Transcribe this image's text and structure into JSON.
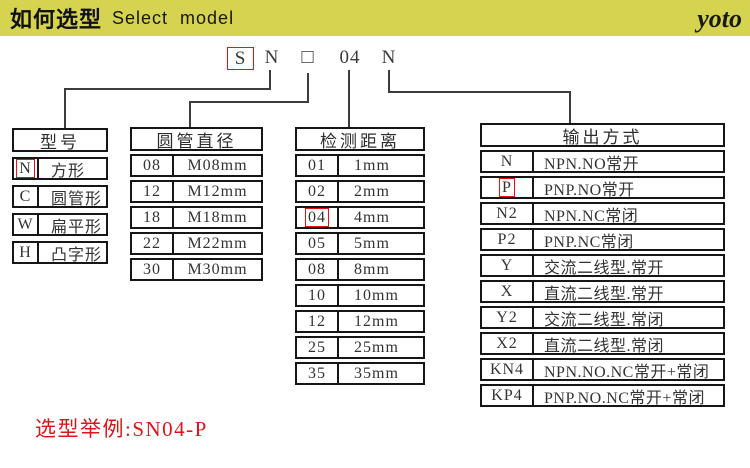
{
  "header": {
    "title_cn": "如何选型",
    "title_en": "Select  model",
    "logo": "yoto"
  },
  "code": {
    "segments": [
      {
        "text": "S",
        "boxed": true
      },
      {
        "text": "N",
        "boxed": false
      },
      {
        "text": "□",
        "boxed": false
      },
      {
        "text": "04",
        "boxed": false
      },
      {
        "text": "N",
        "boxed": false
      }
    ]
  },
  "tables": [
    {
      "name": "model-type",
      "header": "型号",
      "rows": [
        {
          "code": "N",
          "desc": "方形",
          "boxed": true
        },
        {
          "code": "C",
          "desc": "圆管形",
          "boxed": false
        },
        {
          "code": "W",
          "desc": "扁平形",
          "boxed": false
        },
        {
          "code": "H",
          "desc": "凸字形",
          "boxed": false
        }
      ]
    },
    {
      "name": "tube-diameter",
      "header": "圆管直径",
      "rows": [
        {
          "code": "08",
          "desc": "M08mm",
          "boxed": false
        },
        {
          "code": "12",
          "desc": "M12mm",
          "boxed": false
        },
        {
          "code": "18",
          "desc": "M18mm",
          "boxed": false
        },
        {
          "code": "22",
          "desc": "M22mm",
          "boxed": false
        },
        {
          "code": "30",
          "desc": "M30mm",
          "boxed": false
        }
      ]
    },
    {
      "name": "sensing-distance",
      "header": "检测距离",
      "rows": [
        {
          "code": "01",
          "desc": "1mm",
          "boxed": false
        },
        {
          "code": "02",
          "desc": "2mm",
          "boxed": false
        },
        {
          "code": "04",
          "desc": "4mm",
          "boxed": true
        },
        {
          "code": "05",
          "desc": "5mm",
          "boxed": false
        },
        {
          "code": "08",
          "desc": "8mm",
          "boxed": false
        },
        {
          "code": "10",
          "desc": "10mm",
          "boxed": false
        },
        {
          "code": "12",
          "desc": "12mm",
          "boxed": false
        },
        {
          "code": "25",
          "desc": "25mm",
          "boxed": false
        },
        {
          "code": "35",
          "desc": "35mm",
          "boxed": false
        }
      ]
    },
    {
      "name": "output-mode",
      "header": "输出方式",
      "rows": [
        {
          "code": "N",
          "desc": "NPN.NO常开",
          "boxed": false
        },
        {
          "code": "P",
          "desc": "PNP.NO常开",
          "boxed": true
        },
        {
          "code": "N2",
          "desc": "NPN.NC常闭",
          "boxed": false
        },
        {
          "code": "P2",
          "desc": "PNP.NC常闭",
          "boxed": false
        },
        {
          "code": "Y",
          "desc": "交流二线型.常开",
          "boxed": false
        },
        {
          "code": "X",
          "desc": "直流二线型.常开",
          "boxed": false
        },
        {
          "code": "Y2",
          "desc": "交流二线型.常闭",
          "boxed": false
        },
        {
          "code": "X2",
          "desc": "直流二线型.常闭",
          "boxed": false
        },
        {
          "code": "KN4",
          "desc": "NPN.NO.NC常开+常闭",
          "boxed": false
        },
        {
          "code": "KP4",
          "desc": "PNP.NO.NC常开+常闭",
          "boxed": false
        }
      ]
    }
  ],
  "example": {
    "label": "选型举例:SN04-P"
  },
  "colors": {
    "bar_background": "#d6d350",
    "accent_red": "#ea1111",
    "example_red": "#e01418",
    "line_gray": "#3c3c3c"
  }
}
